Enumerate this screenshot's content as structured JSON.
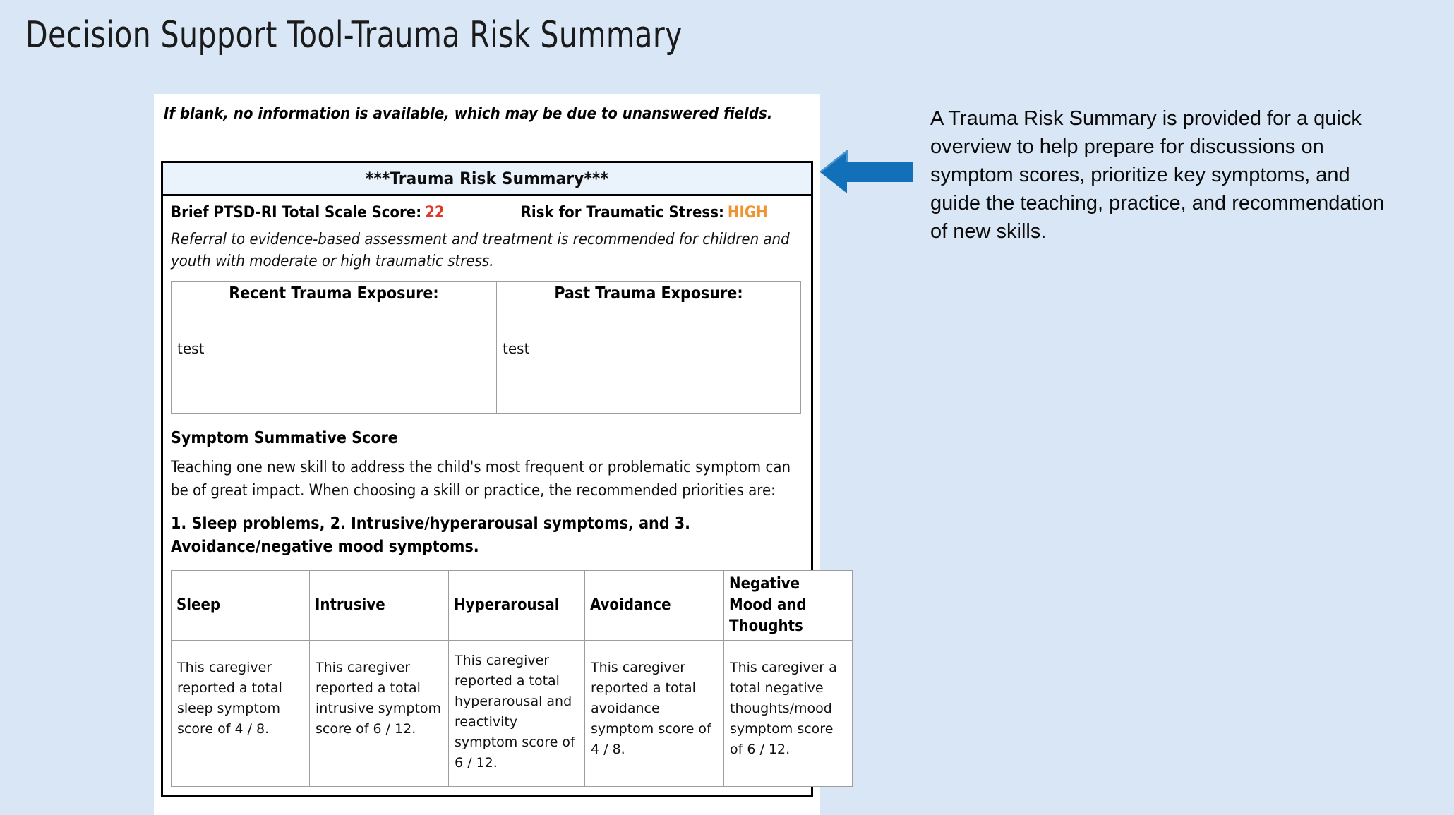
{
  "slide": {
    "title": "Decision Support Tool-Trauma Risk Summary",
    "background_color": "#d9e6f5"
  },
  "document": {
    "intro_note": "If blank, no information is available, which may be due to unanswered fields.",
    "banner_title": "***Trauma Risk Summary***",
    "banner_bg_color": "#eaf2fb",
    "scores": {
      "total_scale_label": "Brief PTSD-RI Total Scale Score:",
      "total_scale_value": "22",
      "total_scale_value_color": "#e03728",
      "risk_label": "Risk for Traumatic Stress:",
      "risk_value": "HIGH",
      "risk_value_color": "#f0922e"
    },
    "referral_note": "Referral to evidence-based assessment and treatment is recommended for children and youth with moderate or high traumatic stress.",
    "exposure_table": {
      "headers": [
        "Recent Trauma Exposure:",
        "Past Trauma Exposure:"
      ],
      "rows": [
        [
          "test",
          "test"
        ]
      ]
    },
    "symptom_section": {
      "heading": "Symptom Summative Score",
      "intro": "Teaching one new skill to address the child's most frequent or problematic symptom can be of great impact. When choosing a skill or practice, the recommended priorities are:",
      "priorities": "1. Sleep problems, 2. Intrusive/hyperarousal symptoms, and 3. Avoidance/negative mood symptoms."
    },
    "symptom_table": {
      "headers": [
        "Sleep",
        "Intrusive",
        "Hyperarousal",
        "Avoidance",
        "Negative Mood and Thoughts"
      ],
      "rows": [
        [
          "This caregiver reported a total sleep symptom score of  4 / 8.",
          "This caregiver reported a total intrusive symptom score of  6 / 12.",
          "This caregiver reported a total hyperarousal and reactivity symptom score of  6 / 12.",
          "This caregiver reported a total avoidance symptom score of  4 / 8.",
          "This caregiver a total negative thoughts/mood symptom score of 6 / 12."
        ]
      ]
    }
  },
  "callout": {
    "arrow_direction": "left",
    "arrow_color": "#1270ba",
    "description": "A Trauma Risk Summary is provided for a quick overview to help prepare for discussions on symptom scores, prioritize key symptoms, and guide the teaching, practice, and recommendation of new skills."
  }
}
